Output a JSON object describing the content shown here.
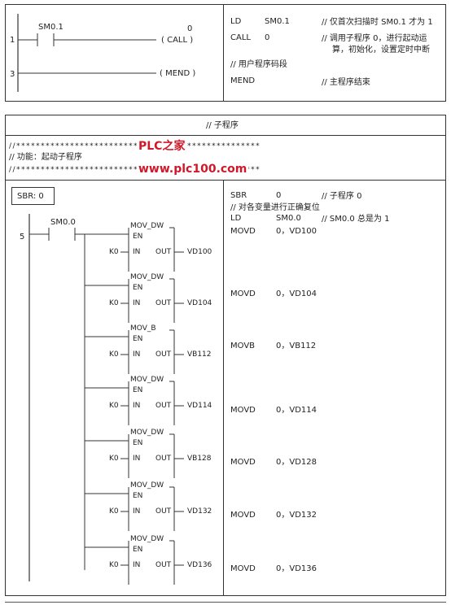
{
  "top": {
    "ladder": {
      "rung1_num": "1",
      "rung1_contact": "SM0.1",
      "call_num": "0",
      "call_label": "( CALL )",
      "rung3_num": "3",
      "mend_label": "( MEND )"
    },
    "il": [
      {
        "op": "LD",
        "arg": "SM0.1",
        "cmt1": "// 仅首次扫描时 SM0.1 才为 1",
        "cmt2": ""
      },
      {
        "op": "CALL",
        "arg": "0",
        "cmt1": "// 调用子程序 0，进行起动运",
        "cmt2": "算，初始化，设置定时中断"
      },
      {
        "op": "",
        "arg": "",
        "cmt1": "// 用户程序码段",
        "cmt2": ""
      },
      {
        "op": "MEND",
        "arg": "",
        "cmt1": "// 主程序结束",
        "cmt2": ""
      }
    ]
  },
  "sub": {
    "heading": "// 子程序",
    "stars1": "//**************************************************",
    "func": "// 功能：起动子程序",
    "stars2": "//**************************************************",
    "watermark1": "PLC之家",
    "watermark2": "www.plc100.com",
    "sbr_label": "SBR: 0",
    "rung_num": "5",
    "contact": "SM0.0",
    "blocks": [
      {
        "name": "MOV_DW",
        "k": "K0",
        "out": "VD100"
      },
      {
        "name": "MOV_DW",
        "k": "K0",
        "out": "VD104"
      },
      {
        "name": "MOV_B",
        "k": "K0",
        "out": "VB112"
      },
      {
        "name": "MOV_DW",
        "k": "K0",
        "out": "VD114"
      },
      {
        "name": "MOV_DW",
        "k": "K0",
        "out": "VB128"
      },
      {
        "name": "MOV_DW",
        "k": "K0",
        "out": "VD132"
      },
      {
        "name": "MOV_DW",
        "k": "K0",
        "out": "VD136"
      }
    ],
    "en": "EN",
    "in": "IN",
    "outpin": "OUT",
    "il_head": [
      {
        "op": "SBR",
        "arg": "0",
        "cmt": "// 子程序 0"
      },
      {
        "op": "// 对各变量进行正确复位",
        "arg": "",
        "cmt": ""
      },
      {
        "op": "LD",
        "arg": "SM0.0",
        "cmt": "// SM0.0 总是为 1"
      }
    ],
    "il_moves": [
      {
        "op": "MOVD",
        "arg": "0，VD100"
      },
      {
        "op": "MOVD",
        "arg": "0，VD104"
      },
      {
        "op": "MOVB",
        "arg": "0，VB112"
      },
      {
        "op": "MOVD",
        "arg": "0，VD114"
      },
      {
        "op": "MOVD",
        "arg": "0，VD128"
      },
      {
        "op": "MOVD",
        "arg": "0，VD132"
      },
      {
        "op": "MOVD",
        "arg": "0，VD136"
      }
    ]
  }
}
